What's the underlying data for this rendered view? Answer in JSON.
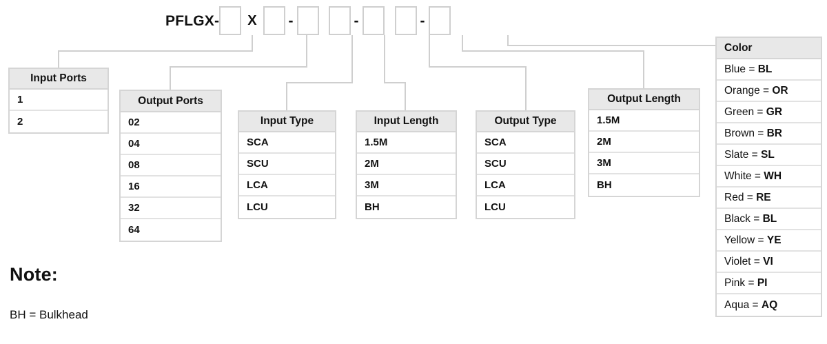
{
  "part_number": {
    "prefix": "PFLGX-",
    "multiplier": "X",
    "separator": "-",
    "slots": [
      {
        "name": "input-ports",
        "value": ""
      },
      {
        "name": "output-ports",
        "value": ""
      },
      {
        "name": "input-type",
        "value": ""
      },
      {
        "name": "input-length",
        "value": ""
      },
      {
        "name": "output-type",
        "value": ""
      },
      {
        "name": "output-length",
        "value": ""
      },
      {
        "name": "color",
        "value": ""
      }
    ]
  },
  "tables": {
    "input_ports": {
      "header": "Input Ports",
      "rows": [
        "1",
        "2"
      ]
    },
    "output_ports": {
      "header": "Output Ports",
      "rows": [
        "02",
        "04",
        "08",
        "16",
        "32",
        "64"
      ]
    },
    "input_type": {
      "header": "Input Type",
      "rows": [
        "SCA",
        "SCU",
        "LCA",
        "LCU"
      ]
    },
    "input_length": {
      "header": "Input Length",
      "rows": [
        "1.5M",
        "2M",
        "3M",
        "BH"
      ]
    },
    "output_type": {
      "header": "Output Type",
      "rows": [
        "SCA",
        "SCU",
        "LCA",
        "LCU"
      ]
    },
    "output_length": {
      "header": "Output Length",
      "rows": [
        "1.5M",
        "2M",
        "3M",
        "BH"
      ]
    },
    "color": {
      "header": "Color",
      "rows": [
        {
          "name": "Blue",
          "code": "BL"
        },
        {
          "name": "Orange",
          "code": "OR"
        },
        {
          "name": "Green",
          "code": "GR"
        },
        {
          "name": "Brown",
          "code": "BR"
        },
        {
          "name": "Slate",
          "code": "SL"
        },
        {
          "name": "White",
          "code": "WH"
        },
        {
          "name": "Red",
          "code": "RE"
        },
        {
          "name": "Black",
          "code": "BL"
        },
        {
          "name": "Yellow",
          "code": "YE"
        },
        {
          "name": "Violet",
          "code": "VI"
        },
        {
          "name": "Pink",
          "code": "PI"
        },
        {
          "name": "Aqua",
          "code": "AQ"
        }
      ],
      "equals": " = "
    }
  },
  "note": {
    "title": "Note:",
    "lines": [
      "BH = Bulkhead"
    ]
  },
  "colors": {
    "header_fill": "#e8e8e8",
    "border": "#d5d5d5",
    "connector": "#cfcfcf",
    "text": "#111111",
    "background": "#ffffff"
  }
}
